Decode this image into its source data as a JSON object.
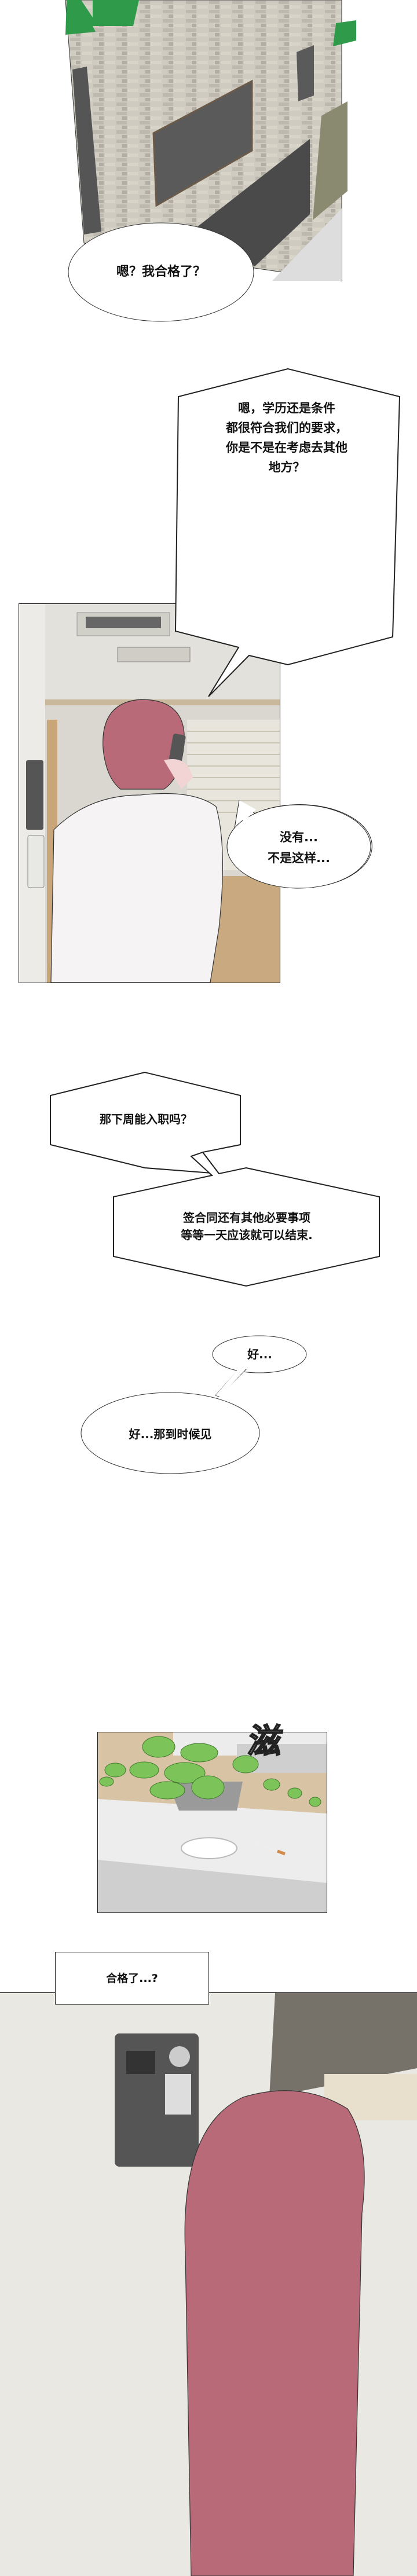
{
  "panels": [
    {
      "scene": "building-exterior"
    },
    {
      "scene": "man-on-phone-office"
    },
    {
      "scene": "plant-ashtray-table"
    },
    {
      "scene": "man-by-door-intercom"
    }
  ],
  "bubbles": {
    "b1": "嗯？我合格了？",
    "b2": [
      "嗯，学历还是条件",
      "都很符合我们的要求，",
      "你是不是在考虑去其他",
      "地方？"
    ],
    "b3": [
      "没有...",
      "不是这样..."
    ],
    "b4": "那下周能入职吗？",
    "b5": [
      "签合同还有其他必要事项",
      "等等一天应该就可以结束."
    ],
    "b6": "好...",
    "b7": "好...那到时候见"
  },
  "sfx": "滋",
  "caption": "合格了...?",
  "colors": {
    "hair": "#b86a78",
    "plant": "#7cc35a",
    "wall": "#c9c6bb"
  }
}
